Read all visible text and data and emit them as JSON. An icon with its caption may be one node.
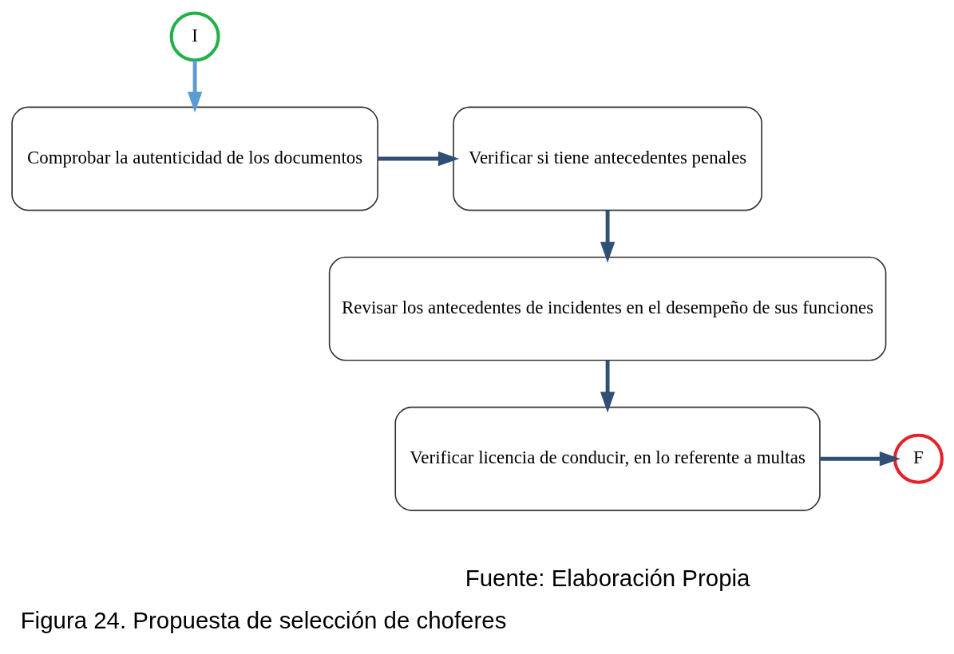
{
  "diagram": {
    "caption": "Figura 24. Propuesta de selección de choferes",
    "nodes": [
      {
        "text": [
          "I"
        ]
      },
      {
        "text": [
          "Comprobar la autenticidad de los documentos"
        ]
      },
      {
        "text": [
          "Verificar si tiene antecedentes penales"
        ]
      },
      {
        "text": [
          "Revisar los antecedentes de incidentes en el desempeño de sus funciones"
        ]
      },
      {
        "text": [
          "Verificar licencia de conducir, en lo referente a multas"
        ]
      },
      {
        "text": [
          "F"
        ]
      }
    ],
    "edges": [
      {
        "from": 0,
        "to": 1,
        "arrow": "to",
        "color": "#5b9bd5"
      },
      {
        "from": 1,
        "to": 2,
        "arrow": "to"
      },
      {
        "from": 2,
        "to": 3,
        "arrow": "to"
      },
      {
        "from": 3,
        "to": 4,
        "arrow": "to"
      },
      {
        "from": 4,
        "to": 5,
        "arrow": "to"
      }
    ],
    "labels": [
      "Fuente: Elaboración Propia"
    ]
  }
}
